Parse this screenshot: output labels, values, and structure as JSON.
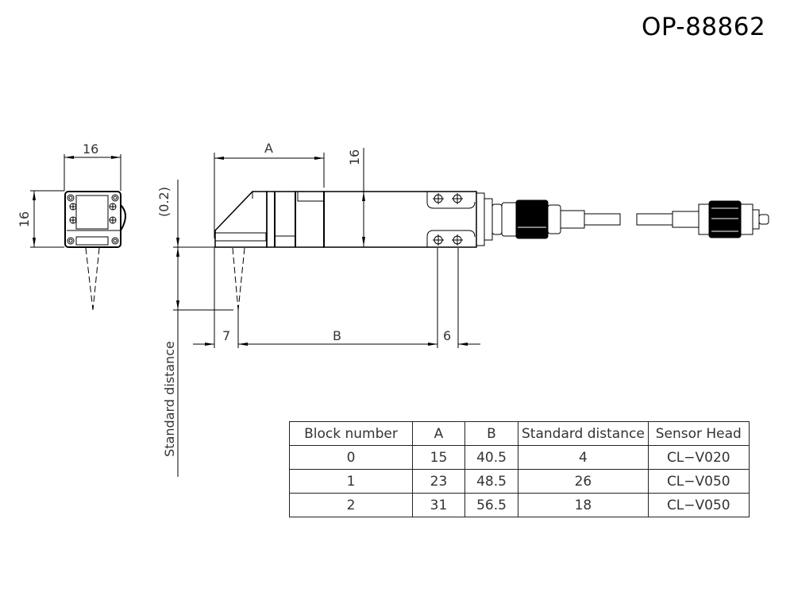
{
  "title": "OP-88862",
  "drawing": {
    "front_view": {
      "width_label": "16",
      "height_label": "16"
    },
    "side_view": {
      "dim_a_label": "A",
      "dim_height_label": "16",
      "offset_label": "(0.2)",
      "standard_distance_label": "Standard distance",
      "dim_7_label": "7",
      "dim_b_label": "B",
      "dim_6_label": "6"
    }
  },
  "table": {
    "headers": [
      "Block number",
      "A",
      "B",
      "Standard distance",
      "Sensor Head"
    ],
    "rows": [
      [
        "0",
        "15",
        "40.5",
        "4",
        "CL−V020"
      ],
      [
        "1",
        "23",
        "48.5",
        "26",
        "CL−V050"
      ],
      [
        "2",
        "31",
        "56.5",
        "18",
        "CL−V050"
      ]
    ]
  }
}
